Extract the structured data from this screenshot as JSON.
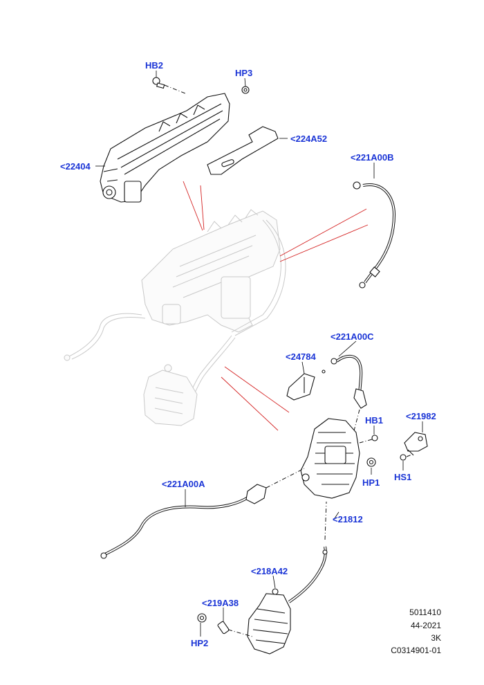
{
  "callouts": {
    "hb2": "HB2",
    "hp3": "HP3",
    "p224a52": "<224A52",
    "p22404": "<22404",
    "p221a00b": "<221A00B",
    "p221a00c": "<221A00C",
    "p24784": "<24784",
    "hb1": "HB1",
    "p21982": "<21982",
    "hp1": "HP1",
    "hs1": "HS1",
    "p221a00a": "<221A00A",
    "p21812": "<21812",
    "p218a42": "<218A42",
    "p219a38": "<219A38",
    "hp2": "HP2"
  },
  "reference": {
    "line1": "5011410",
    "line2": "44-2021",
    "line3": "3K",
    "line4": "C0314901-01"
  },
  "colors": {
    "callout": "#1a34d6",
    "explode_line": "#d42020",
    "ghost": "#c8c8c8"
  }
}
